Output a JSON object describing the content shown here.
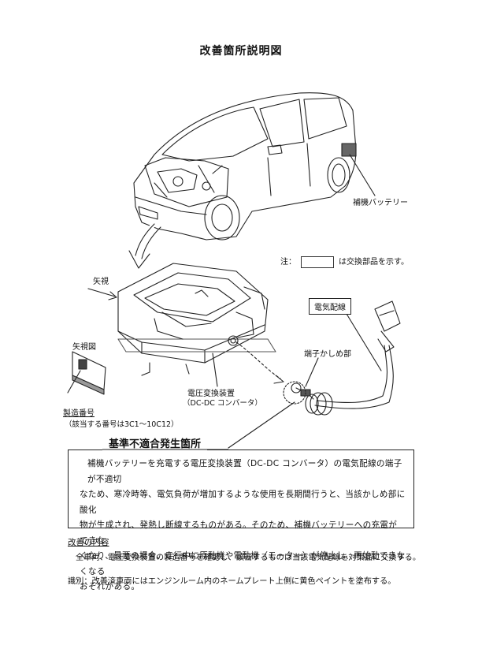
{
  "title": "改善箇所説明図",
  "labels": {
    "aux_battery": "補機バッテリー",
    "note_prefix": "注：",
    "note_suffix": "は交換部品を示す。",
    "view_arrow": "矢視",
    "view_figure": "矢視図",
    "serial_label": "製造番号",
    "serial_applicable": "（該当する番号は3C1～10C12）",
    "converter_line1": "電圧変換装置",
    "converter_line2": "（DC-DC コンバータ）",
    "terminal_crimp": "端子かしめ部",
    "power_wire": "電気配線"
  },
  "defect": {
    "heading": "基準不適合発生箇所",
    "lines": [
      "補機バッテリーを充電する電圧変換装置（DC-DC コンバータ）の電気配線の端子が不適切",
      "なため、寒冷時等、電気負荷が増加するような使用を長期間行うと、当該かしめ部に酸化",
      "物が生成され、発熱し断線するものがある。そのため、補機バッテリーへの充電ができな",
      "くなり、最悪の場合、走行中に原動機や電動機（モーター）が停止し、再始動できなくなる",
      "おそれがある。"
    ]
  },
  "improvement": {
    "heading": "改善の内容",
    "body": "全車両、電圧変換装置の製造番号を確認し、該当するものは当該電気配線を対策品に交換する。",
    "identification": "識別：改善済車両にはエンジンルーム内のネームプレート上側に黄色ペイントを塗布する。"
  }
}
